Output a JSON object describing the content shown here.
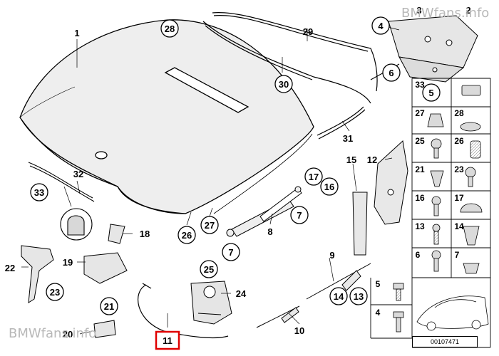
{
  "watermark_top": "BMWfans.info",
  "watermark_bottom": "BMWfans.info",
  "reference_number": "00107471",
  "highlighted_part": "11",
  "parts": [
    {
      "id": "p1",
      "label": "1",
      "style": "plain"
    },
    {
      "id": "p2",
      "label": "2",
      "style": "plain"
    },
    {
      "id": "p3",
      "label": "3",
      "style": "plain"
    },
    {
      "id": "p4",
      "label": "4",
      "style": "circle"
    },
    {
      "id": "p5",
      "label": "5",
      "style": "circle"
    },
    {
      "id": "p6",
      "label": "6",
      "style": "circle"
    },
    {
      "id": "p7a",
      "label": "7",
      "style": "circle"
    },
    {
      "id": "p7b",
      "label": "7",
      "style": "circle"
    },
    {
      "id": "p8",
      "label": "8",
      "style": "plain"
    },
    {
      "id": "p9",
      "label": "9",
      "style": "plain"
    },
    {
      "id": "p10",
      "label": "10",
      "style": "plain"
    },
    {
      "id": "p11",
      "label": "11",
      "style": "highlight"
    },
    {
      "id": "p12",
      "label": "12",
      "style": "plain"
    },
    {
      "id": "p13",
      "label": "13",
      "style": "circle"
    },
    {
      "id": "p14",
      "label": "14",
      "style": "circle"
    },
    {
      "id": "p15",
      "label": "15",
      "style": "plain"
    },
    {
      "id": "p16",
      "label": "16",
      "style": "circle"
    },
    {
      "id": "p17",
      "label": "17",
      "style": "circle"
    },
    {
      "id": "p18",
      "label": "18",
      "style": "plain"
    },
    {
      "id": "p19",
      "label": "19",
      "style": "plain"
    },
    {
      "id": "p20",
      "label": "20",
      "style": "plain"
    },
    {
      "id": "p21",
      "label": "21",
      "style": "circle"
    },
    {
      "id": "p22",
      "label": "22",
      "style": "plain"
    },
    {
      "id": "p23",
      "label": "23",
      "style": "circle"
    },
    {
      "id": "p24",
      "label": "24",
      "style": "plain"
    },
    {
      "id": "p25",
      "label": "25",
      "style": "circle"
    },
    {
      "id": "p26",
      "label": "26",
      "style": "circle"
    },
    {
      "id": "p27",
      "label": "27",
      "style": "circle"
    },
    {
      "id": "p28",
      "label": "28",
      "style": "circle"
    },
    {
      "id": "p29",
      "label": "29",
      "style": "plain"
    },
    {
      "id": "p30",
      "label": "30",
      "style": "circle"
    },
    {
      "id": "p31",
      "label": "31",
      "style": "plain"
    },
    {
      "id": "p32",
      "label": "32",
      "style": "plain"
    },
    {
      "id": "p33",
      "label": "33",
      "style": "circle"
    }
  ],
  "grid_labels": [
    {
      "id": "g33",
      "label": "33"
    },
    {
      "id": "g27",
      "label": "27"
    },
    {
      "id": "g28",
      "label": "28"
    },
    {
      "id": "g25",
      "label": "25"
    },
    {
      "id": "g26",
      "label": "26"
    },
    {
      "id": "g21",
      "label": "21"
    },
    {
      "id": "g23",
      "label": "23"
    },
    {
      "id": "g16",
      "label": "16"
    },
    {
      "id": "g17",
      "label": "17"
    },
    {
      "id": "g13",
      "label": "13"
    },
    {
      "id": "g14",
      "label": "14"
    },
    {
      "id": "g6",
      "label": "6"
    },
    {
      "id": "g7",
      "label": "7"
    },
    {
      "id": "g5",
      "label": "5"
    },
    {
      "id": "g4",
      "label": "4"
    }
  ]
}
